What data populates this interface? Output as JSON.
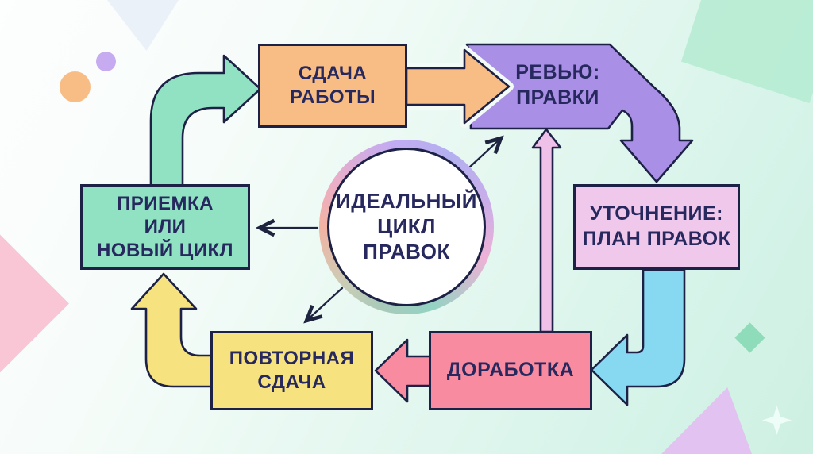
{
  "center": {
    "line1": "ИДЕАЛЬНЫЙ",
    "line2": "ЦИКЛ",
    "line3": "ПРАВОК"
  },
  "nodes": {
    "submission": {
      "line1": "СДАЧА",
      "line2": "РАБОТЫ",
      "color": "#f7bd85"
    },
    "review": {
      "line1": "РЕВЬЮ:",
      "line2": "ПРАВКИ",
      "color": "#a98fe5"
    },
    "clarification": {
      "line1": "УТОЧНЕНИЕ:",
      "line2": "ПЛАН ПРАВОК",
      "color": "#efc8ec"
    },
    "rework": {
      "line1": "ДОРАБОТКА",
      "color": "#f98ba1"
    },
    "resubmission": {
      "line1": "ПОВТОРНАЯ",
      "line2": "СДАЧА",
      "color": "#f6e37f"
    },
    "acceptance": {
      "line1": "ПРИЕМКА",
      "line2": "ИЛИ",
      "line3": "НОВЫЙ ЦИКЛ",
      "color": "#90e2c3"
    }
  },
  "edges": [
    {
      "from": "acceptance",
      "to": "submission",
      "color_key": "teal"
    },
    {
      "from": "submission",
      "to": "review",
      "color_key": "orange"
    },
    {
      "from": "review",
      "to": "clarification",
      "color_key": "purple"
    },
    {
      "from": "clarification",
      "to": "rework",
      "color_key": "cyan"
    },
    {
      "from": "rework",
      "to": "resubmission",
      "color_key": "pink"
    },
    {
      "from": "resubmission",
      "to": "acceptance",
      "color_key": "yellow"
    },
    {
      "from": "rework",
      "to": "review",
      "color_key": "lavender"
    },
    {
      "from": "center",
      "to": "review",
      "color_key": "connector"
    },
    {
      "from": "center",
      "to": "acceptance",
      "color_key": "connector"
    },
    {
      "from": "center",
      "to": "resubmission",
      "color_key": "connector"
    }
  ],
  "palette": {
    "teal": "#90e2c3",
    "orange": "#f7bd85",
    "purple": "#a98fe5",
    "cyan": "#87d8f1",
    "pink": "#f98ba1",
    "yellow": "#f6e37f",
    "lavender": "#efc0e8",
    "connector": "#1e2340",
    "outline": "#1c2145",
    "text": "#27295e",
    "arrow_casing": "#f3fbf7"
  },
  "decor": {
    "orange_circle": "#f7bd85",
    "purple_circle": "#c6abf0",
    "blue_triangle": "#e7eef7",
    "mint_square": "#b7ecd3",
    "pink_diamond": "#f9c6d6",
    "teal_diamond": "#8edcb9",
    "lavender_triangle": "#e2c2f0",
    "sparkle": "#effdf8"
  }
}
